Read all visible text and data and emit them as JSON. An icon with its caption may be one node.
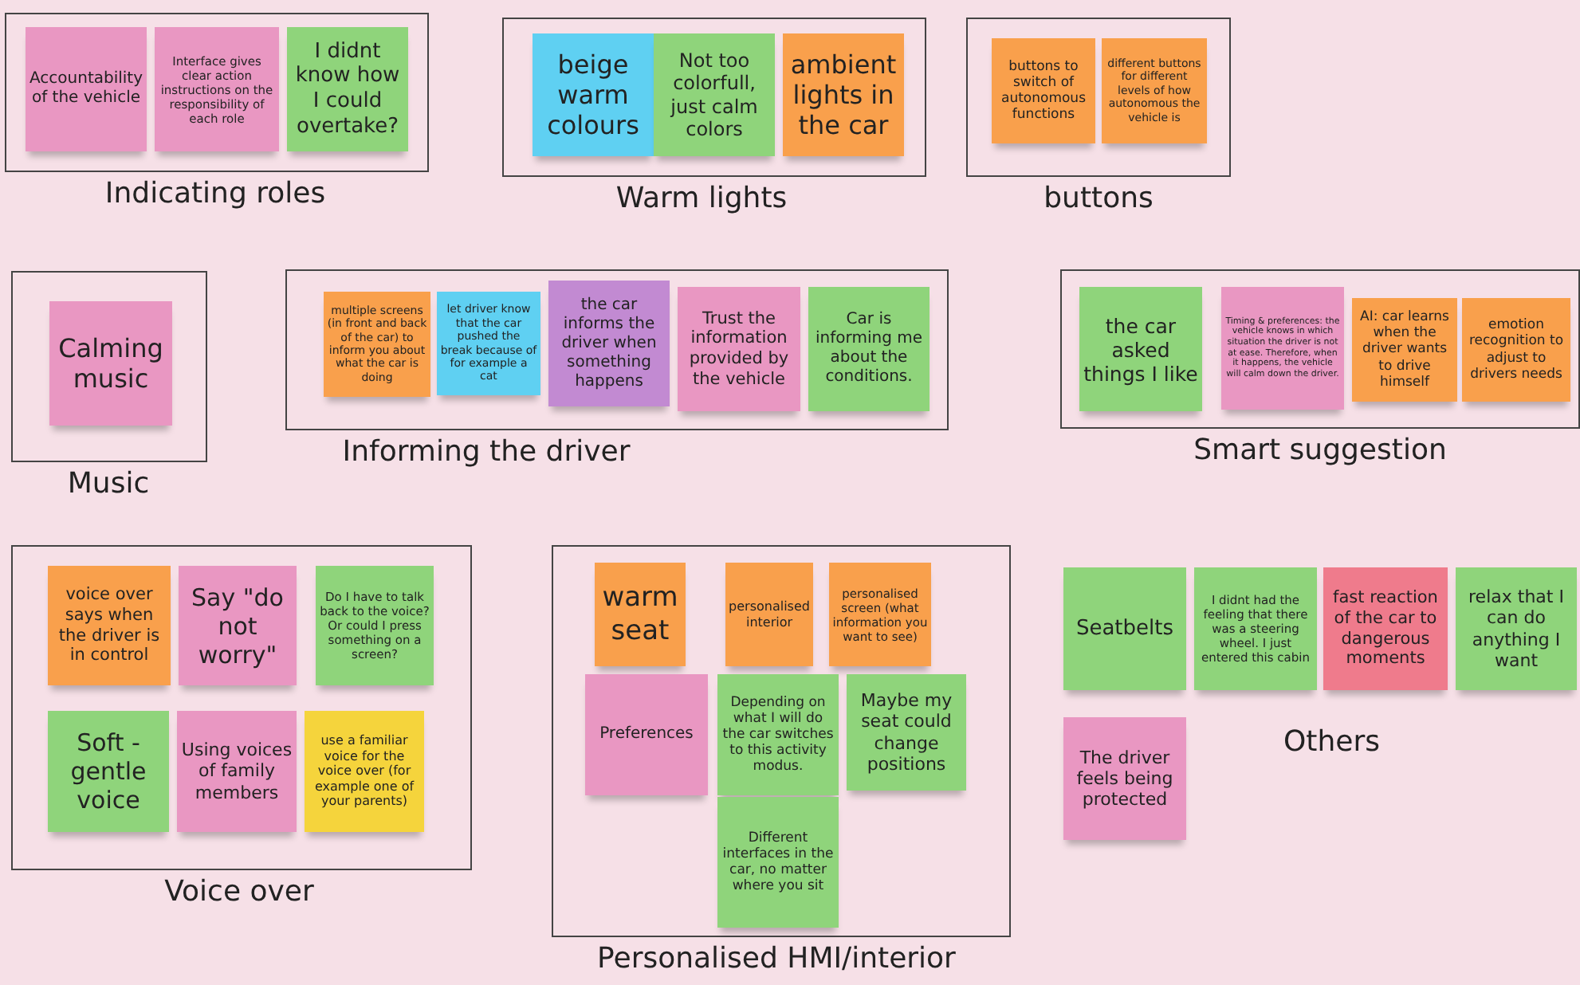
{
  "diagram": {
    "nodes": [
      {
        "text": [
          "Indicating roles"
        ]
      },
      {
        "text": [
          "Accountability of the vehicle"
        ],
        "in": 0
      },
      {
        "text": [
          "Interface gives clear action instructions on the responsibility of each role"
        ],
        "in": 0
      },
      {
        "text": [
          "I didnt know how I could overtake?"
        ],
        "in": 0
      },
      {
        "text": [
          "Warm lights"
        ]
      },
      {
        "text": [
          "beige warm colours"
        ],
        "in": 4
      },
      {
        "text": [
          "Not too colorfull, just calm colors"
        ],
        "in": 4
      },
      {
        "text": [
          "ambient lights in the car"
        ],
        "in": 4
      },
      {
        "text": [
          "buttons"
        ]
      },
      {
        "text": [
          "buttons to switch of autonomous functions"
        ],
        "in": 8
      },
      {
        "text": [
          "different buttons for different levels of how autonomous the vehicle is"
        ],
        "in": 8
      },
      {
        "text": [
          "Music"
        ]
      },
      {
        "text": [
          "Calming music"
        ],
        "in": 11
      },
      {
        "text": [
          "Informing the driver"
        ]
      },
      {
        "text": [
          "multiple screens (in front and back of the car) to inform you about what the car is doing"
        ],
        "in": 13
      },
      {
        "text": [
          "let driver know that the car pushed the break because of for example a cat"
        ],
        "in": 13
      },
      {
        "text": [
          "the car informs the driver when something happens"
        ],
        "in": 13
      },
      {
        "text": [
          "Trust the information provided by the vehicle"
        ],
        "in": 13
      },
      {
        "text": [
          "Car is informing me about the conditions."
        ],
        "in": 13
      },
      {
        "text": [
          "Smart suggestion"
        ]
      },
      {
        "text": [
          "the car asked things I like"
        ],
        "in": 19
      },
      {
        "text": [
          "Timing & preferences: the vehicle knows in which situation the driver is not at ease. Therefore, when it happens, the vehicle will calm down the driver."
        ],
        "in": 19
      },
      {
        "text": [
          "AI: car learns when the driver wants to drive himself"
        ],
        "in": 19
      },
      {
        "text": [
          "emotion recognition to adjust to drivers needs"
        ],
        "in": 19
      },
      {
        "text": [
          "Voice over"
        ]
      },
      {
        "text": [
          "voice over says when the driver is in control"
        ],
        "in": 24
      },
      {
        "text": [
          "Say \"do not worry\""
        ],
        "in": 24
      },
      {
        "text": [
          "Do I have to talk back to the voice? Or could I press something on a screen?"
        ],
        "in": 24
      },
      {
        "text": [
          "Soft - gentle voice"
        ],
        "in": 24
      },
      {
        "text": [
          "Using voices of family members"
        ],
        "in": 24
      },
      {
        "text": [
          "use a familiar voice for the voice over (for example one of your parents)"
        ],
        "in": 24
      },
      {
        "text": [
          "Personalised HMI/interior"
        ]
      },
      {
        "text": [
          "warm seat"
        ],
        "in": 31
      },
      {
        "text": [
          "personalised interior"
        ],
        "in": 31
      },
      {
        "text": [
          "personalised screen (what information you want to see)"
        ],
        "in": 31
      },
      {
        "text": [
          "Preferences"
        ],
        "in": 31
      },
      {
        "text": [
          "Depending on what I will do the car switches to this activity modus."
        ],
        "in": 31
      },
      {
        "text": [
          "Maybe my seat could change positions"
        ],
        "in": 31
      },
      {
        "text": [
          "Different interfaces in the car, no matter where you sit"
        ],
        "in": 31
      },
      {
        "text": [
          "Seatbelts"
        ]
      },
      {
        "text": [
          "I didnt had the feeling that there was a steering wheel. I just entered this cabin"
        ]
      },
      {
        "text": [
          "fast reaction of the car to dangerous moments"
        ]
      },
      {
        "text": [
          "relax that I can do anything I want"
        ]
      },
      {
        "text": [
          "The driver feels being protected"
        ]
      }
    ],
    "edges": [],
    "labels": [
      "Others"
    ]
  }
}
